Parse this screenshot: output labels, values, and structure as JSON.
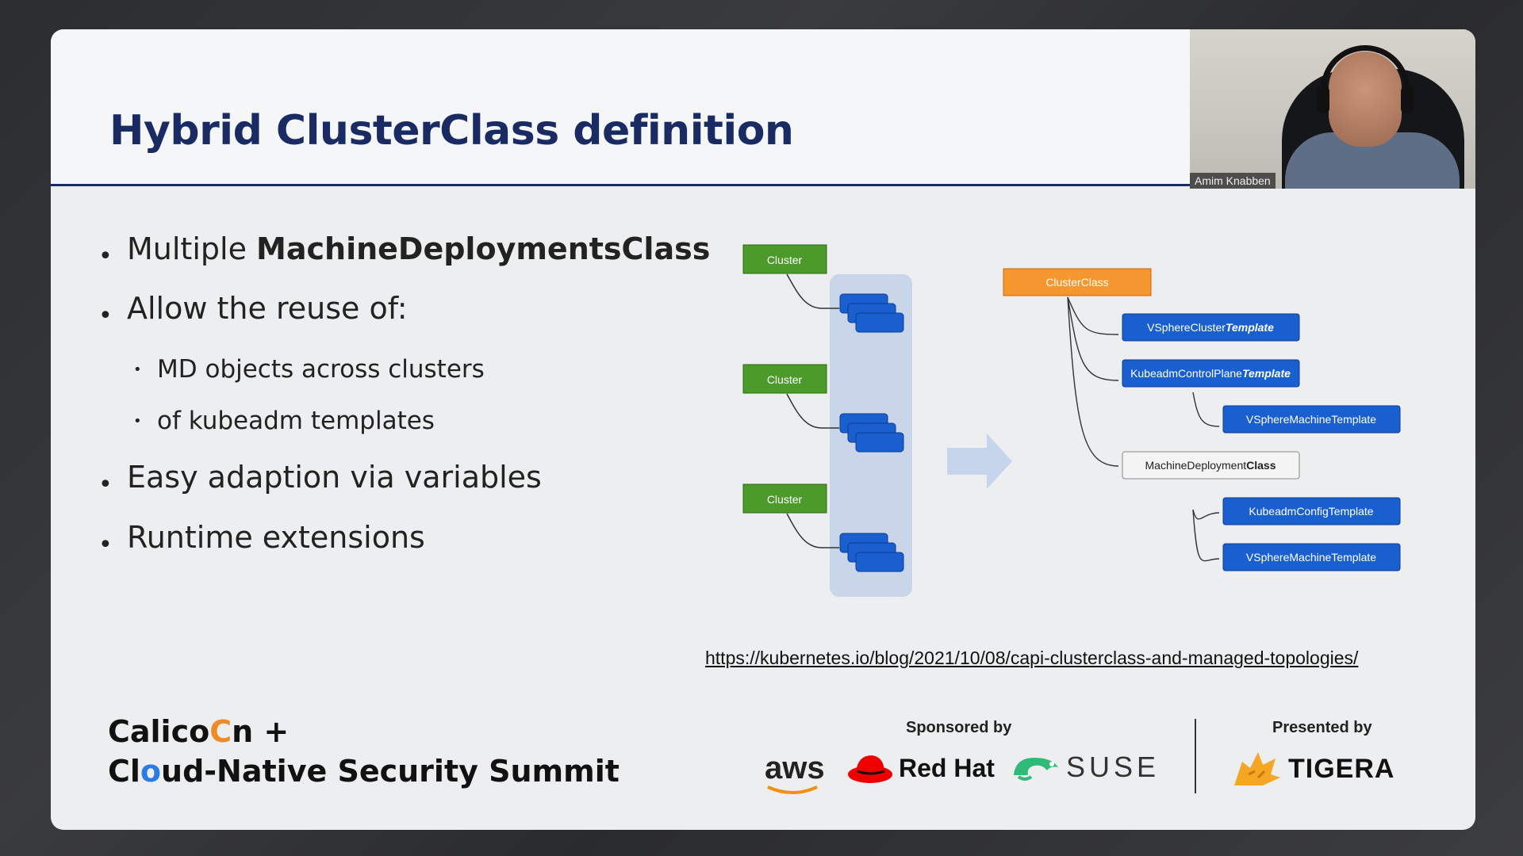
{
  "slide": {
    "title": "Hybrid ClusterClass definition",
    "presenter_name": "Amim Knabben"
  },
  "bullets": [
    {
      "prefix": "Multiple ",
      "bold": "MachineDeploymentsClass"
    },
    {
      "text": "Allow the reuse of:"
    },
    {
      "text": "MD objects across clusters"
    },
    {
      "text": "of kubeadm templates"
    },
    {
      "text": "Easy adaption via variables"
    },
    {
      "text": "Runtime extensions"
    }
  ],
  "diagram": {
    "clusters": [
      "Cluster",
      "Cluster",
      "Cluster"
    ],
    "clusterclass": "ClusterClass",
    "templates": {
      "vsphere_cluster_prefix": "VSphereCluster",
      "vsphere_cluster_suffix": "Template",
      "kubeadm_cp_prefix": "KubeadmControlPlane",
      "kubeadm_cp_suffix": "Template",
      "vsphere_machine_1": "VSphereMachineTemplate",
      "md_class_prefix": "MachineDeployment",
      "md_class_suffix": "Class",
      "kubeadm_config": "KubeadmConfigTemplate",
      "vsphere_machine_2": "VSphereMachineTemplate"
    },
    "colors": {
      "cluster": "#4c9a2a",
      "clusterclass": "#f5962e",
      "template": "#1a5fd0",
      "band": "#c9d6ea"
    }
  },
  "link": "https://kubernetes.io/blog/2021/10/08/capi-clusterclass-and-managed-topologies/",
  "footer": {
    "event_line1_a": "Calico",
    "event_line1_o": "C",
    "event_line1_b": "n +",
    "event_line2_a": "Cl",
    "event_line2_u": "o",
    "event_line2_b": "ud-Native Security Summit",
    "sponsored_by": "Sponsored by",
    "sponsors": [
      "aws",
      "Red Hat",
      "SUSE"
    ],
    "presented_by": "Presented by",
    "presenter_org": "TIGERA"
  }
}
